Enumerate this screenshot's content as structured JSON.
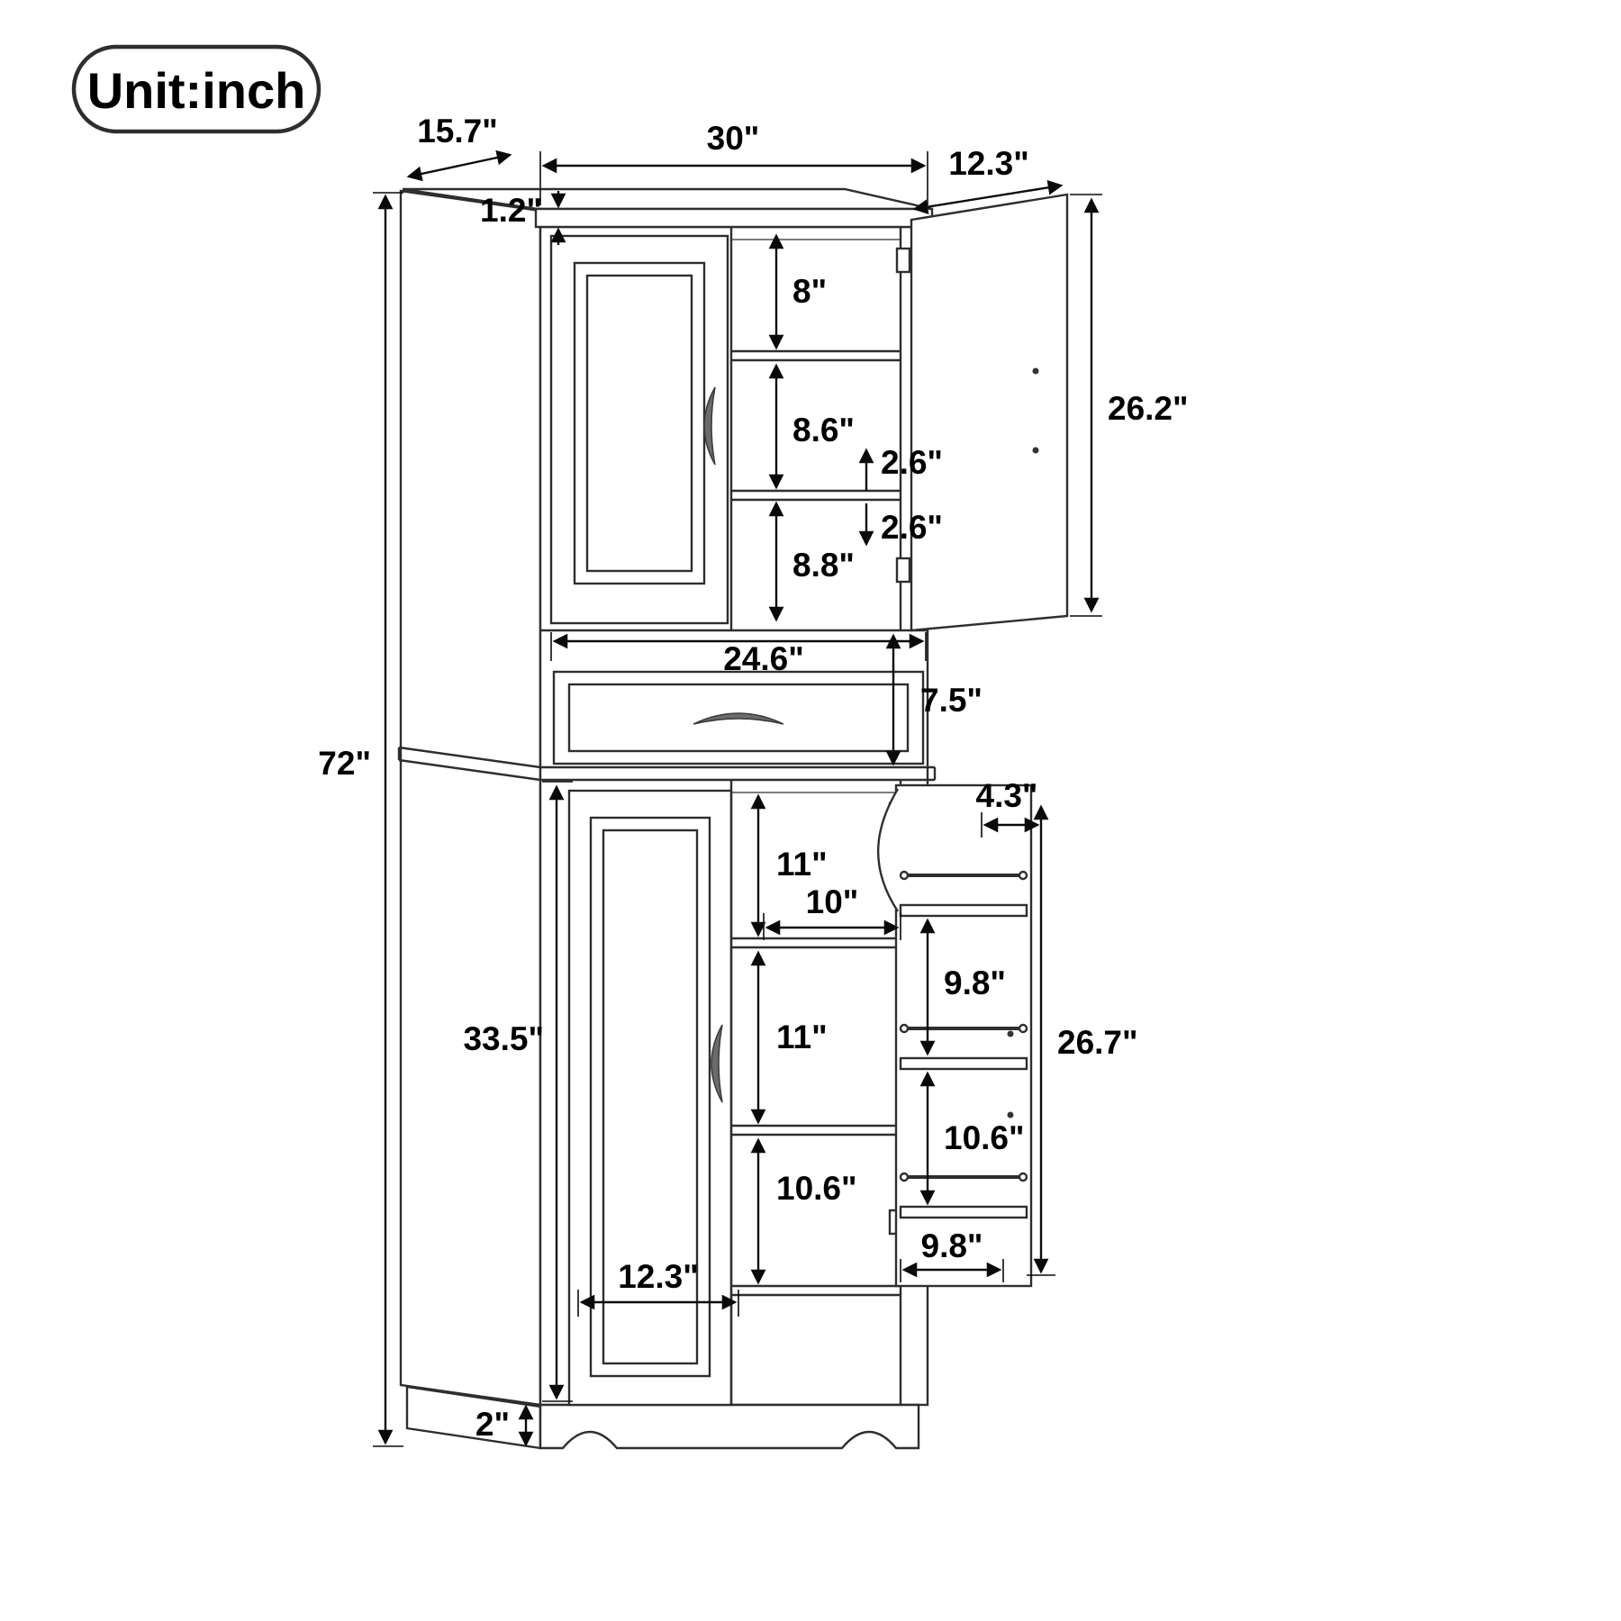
{
  "badge": {
    "label": "Unit:inch"
  },
  "dims": {
    "depth": "15.7\"",
    "overall_width": "30\"",
    "top_thickness": "1.2\"",
    "upper_door_width": "12.3\"",
    "upper_shelf_1_height": "8\"",
    "upper_door_height": "26.2\"",
    "upper_shelf_2_height": "8.6\"",
    "shelf_adjust_up": "2.6\"",
    "shelf_adjust_down": "2.6\"",
    "upper_shelf_3_height": "8.8\"",
    "drawer_width": "24.6\"",
    "drawer_height": "7.5\"",
    "overall_height": "72\"",
    "lower_section_height": "33.5\"",
    "lower_shelf_1_height": "11\"",
    "lower_opening_width": "10\"",
    "lower_shelf_2_height": "11\"",
    "lower_shelf_3_height": "10.6\"",
    "lower_door_width": "12.3\"",
    "door_rack_depth": "4.3\"",
    "door_rack_gap_upper": "9.8\"",
    "door_rack_gap_lower": "10.6\"",
    "lower_door_height": "26.7\"",
    "door_rack_width": "9.8\"",
    "base_height": "2\""
  },
  "colors": {
    "background": "#ffffff",
    "line": "#2e2e2e",
    "dimension": "#0a0a0a",
    "text": "#000000",
    "handle": "#6b6b6b"
  }
}
